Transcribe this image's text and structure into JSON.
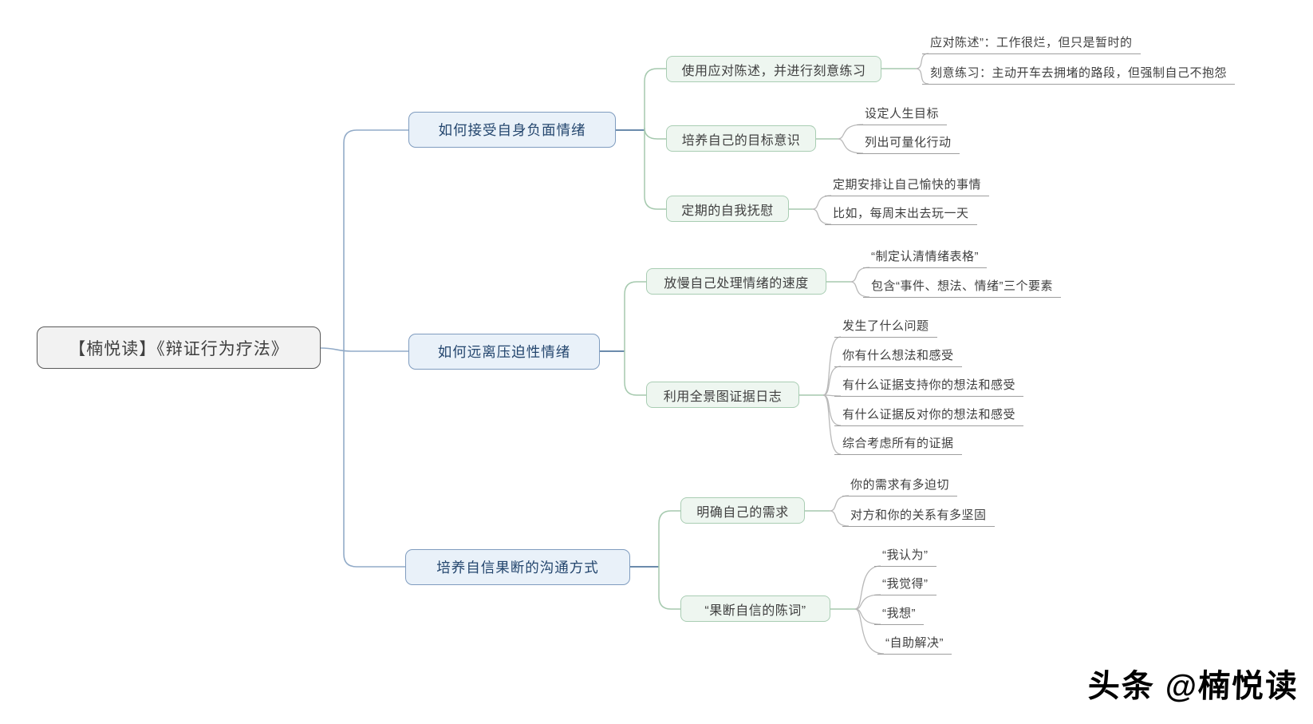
{
  "mindmap": {
    "root": "【楠悦读】《辩证行为疗法》",
    "branches": [
      {
        "label": "如何接受自身负面情绪",
        "children": [
          {
            "label": "使用应对陈述，并进行刻意练习",
            "leaves": [
              "应对陈述”：工作很烂，但只是暂时的",
              "刻意练习：主动开车去拥堵的路段，但强制自己不抱怨"
            ]
          },
          {
            "label": "培养自己的目标意识",
            "leaves": [
              "设定人生目标",
              "列出可量化行动"
            ]
          },
          {
            "label": "定期的自我抚慰",
            "leaves": [
              "定期安排让自己愉快的事情",
              "比如，每周末出去玩一天"
            ]
          }
        ]
      },
      {
        "label": "如何远离压迫性情绪",
        "children": [
          {
            "label": "放慢自己处理情绪的速度",
            "leaves": [
              "“制定认清情绪表格”",
              "包含“事件、想法、情绪”三个要素"
            ]
          },
          {
            "label": "利用全景图证据日志",
            "leaves": [
              "发生了什么问题",
              "你有什么想法和感受",
              "有什么证据支持你的想法和感受",
              "有什么证据反对你的想法和感受",
              "综合考虑所有的证据"
            ]
          }
        ]
      },
      {
        "label": "培养自信果断的沟通方式",
        "children": [
          {
            "label": "明确自己的需求",
            "leaves": [
              "你的需求有多迫切",
              "对方和你的关系有多坚固"
            ]
          },
          {
            "label": "“果断自信的陈词”",
            "leaves": [
              "“我认为”",
              "“我觉得”",
              "“我想”",
              "“自助解决”"
            ]
          }
        ]
      }
    ]
  },
  "watermark": "头条 @楠悦读",
  "colors": {
    "root_fill": "#f2f2f2",
    "root_border": "#595959",
    "branch_fill": "#e9f1f9",
    "branch_border": "#7f9cbf",
    "branch_text": "#24466e",
    "topic_fill": "#eef6f0",
    "topic_border": "#a9cdb3",
    "link_blue": "#92abc8",
    "link_blue_dark": "#3a6591",
    "link_green": "#a5c9ae",
    "link_gray": "#b9b9b9"
  }
}
